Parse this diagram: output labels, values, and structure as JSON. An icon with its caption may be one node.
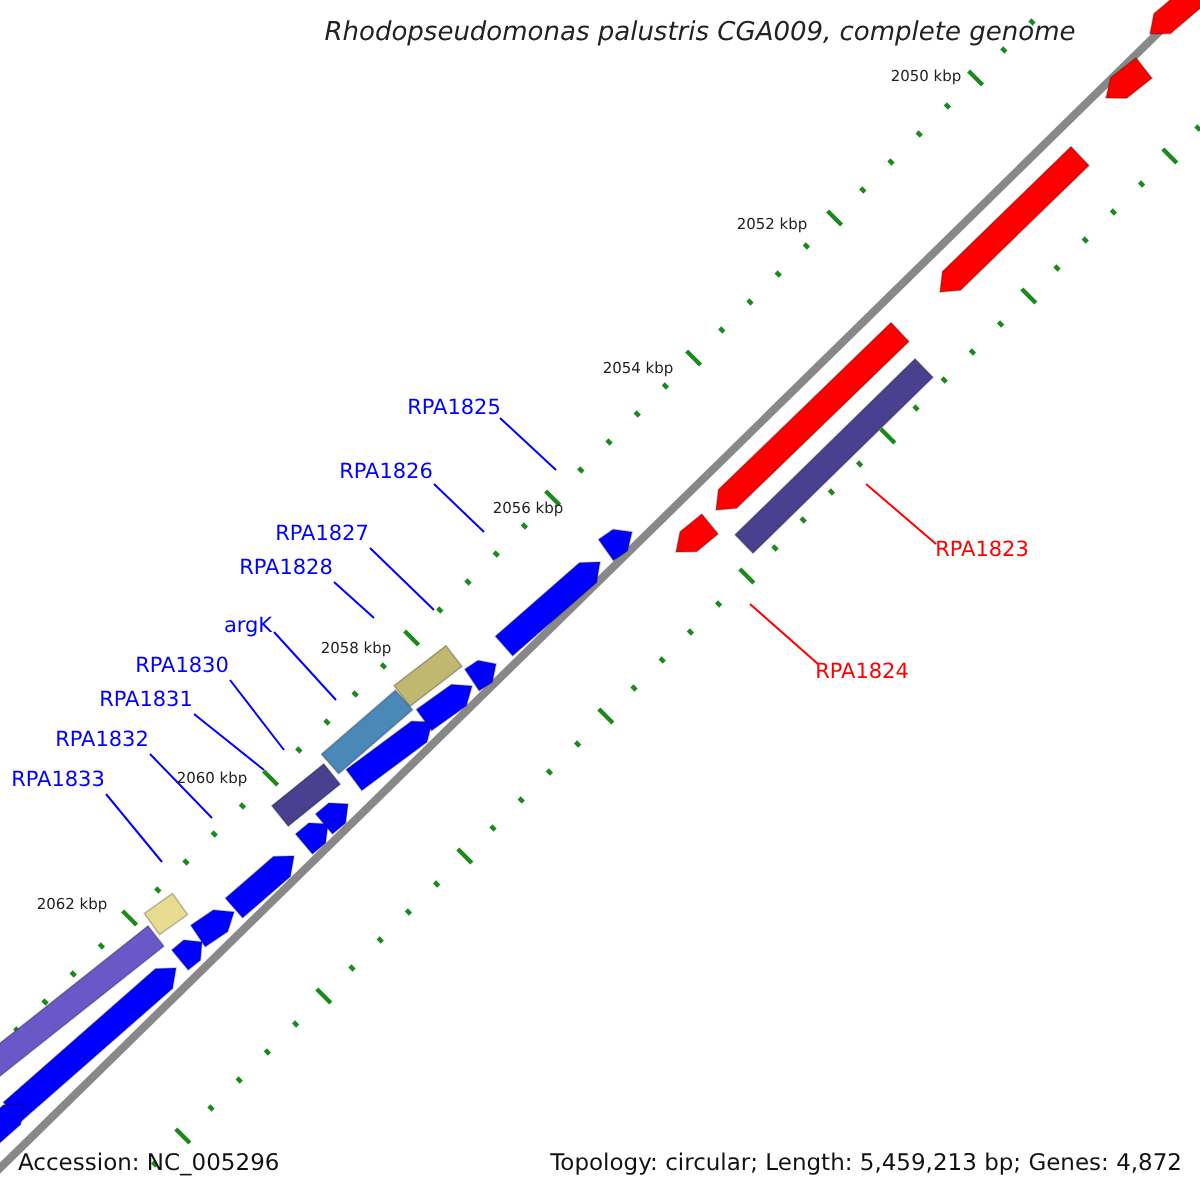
{
  "diagram": {
    "title": "Rhodopseudomonas palustris CGA009, complete genome",
    "nodes": [
      {
        "text": [
          "RPA1825"
        ]
      },
      {
        "text": [
          "RPA1826"
        ]
      },
      {
        "text": [
          "RPA1827"
        ]
      },
      {
        "text": [
          "RPA1828"
        ]
      },
      {
        "text": [
          "argK"
        ]
      },
      {
        "text": [
          "RPA1830"
        ]
      },
      {
        "text": [
          "RPA1831"
        ]
      },
      {
        "text": [
          "RPA1832"
        ]
      },
      {
        "text": [
          "RPA1833"
        ]
      },
      {
        "text": [
          "RPA1823"
        ]
      },
      {
        "text": [
          "RPA1824"
        ]
      }
    ],
    "edges": [
      {
        "from": 0,
        "to": null,
        "arrow": "none"
      },
      {
        "from": 1,
        "to": null,
        "arrow": "none"
      },
      {
        "from": 2,
        "to": null,
        "arrow": "none"
      },
      {
        "from": 3,
        "to": null,
        "arrow": "none"
      },
      {
        "from": 4,
        "to": null,
        "arrow": "none"
      },
      {
        "from": 5,
        "to": null,
        "arrow": "none"
      },
      {
        "from": 6,
        "to": null,
        "arrow": "none"
      },
      {
        "from": 7,
        "to": null,
        "arrow": "none"
      },
      {
        "from": 8,
        "to": null,
        "arrow": "none"
      },
      {
        "from": 9,
        "to": null,
        "arrow": "none",
        "color": "#ff0000"
      },
      {
        "from": 10,
        "to": null,
        "arrow": "none",
        "color": "#ff0000"
      }
    ],
    "labels": [
      "2050 kbp",
      "2052 kbp",
      "2054 kbp",
      "2056 kbp",
      "2058 kbp",
      "2060 kbp",
      "2062 kbp",
      "Accession: NC_005296",
      "Topology: circular; Length: 5,459,213 bp; Genes: 4,872"
    ]
  }
}
